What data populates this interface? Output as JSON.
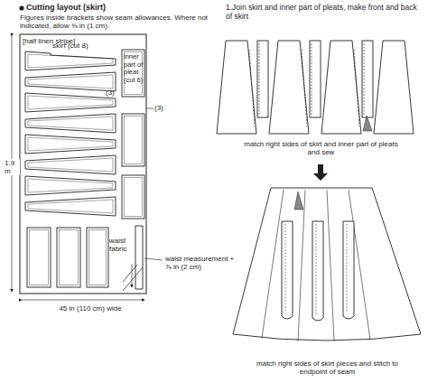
{
  "diagram": {
    "title": "Cutting layout (skirt)",
    "labels": [
      "Figures inside brackets show seam allowances. Where not indicated, allow ⅜ in (1 cm).",
      "[half linen stripe]",
      "skirt (cut 8)",
      "inner part of pleat (cut 6)",
      "(3)",
      "(3)",
      "1.9 m",
      "waist fabric",
      "waist measurement + ⅞ in (2 cm)",
      "45 in (110 cm) wide",
      "1.Join skirt and inner part of pleats, make front and back of skirt",
      "match right sides of skirt and inner part of pleats and sew",
      "match right sides of skirt pieces and stitch to endpoint of seam"
    ]
  }
}
